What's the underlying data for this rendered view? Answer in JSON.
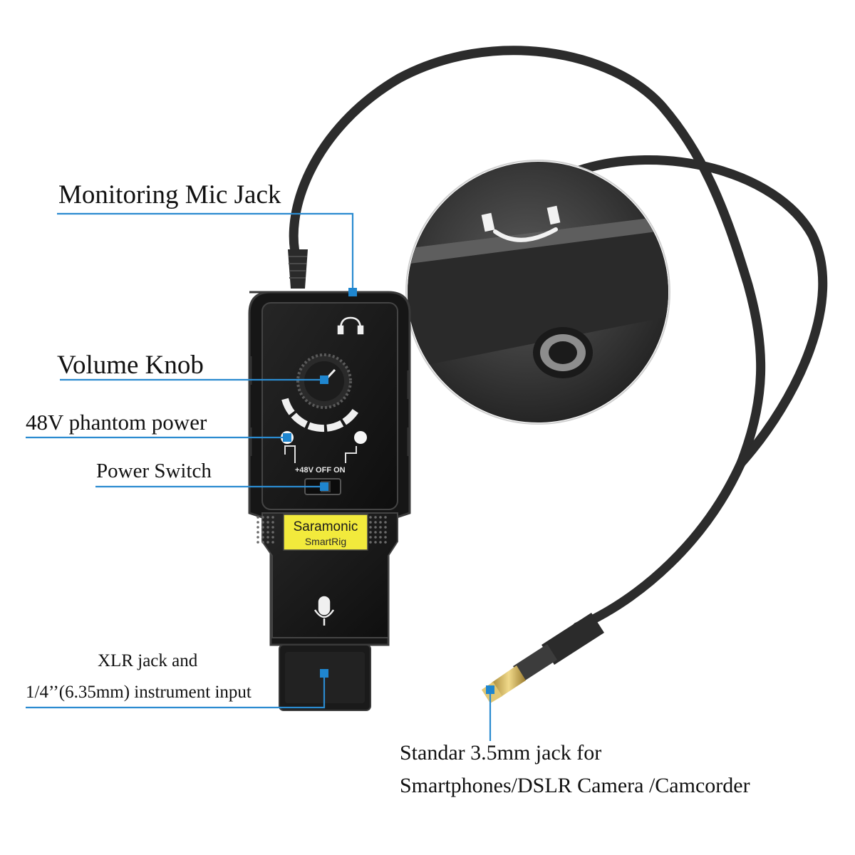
{
  "callouts": {
    "monitoring": "Monitoring Mic Jack",
    "volume": "Volume Knob",
    "phantom": "48V phantom power",
    "power": "Power Switch",
    "xlr_line1": "XLR jack and",
    "xlr_line2": "1/4’’(6.35mm) instrument input",
    "jack_line1": "Standar 3.5mm jack for",
    "jack_line2": "Smartphones/DSLR Camera /Camcorder"
  },
  "device": {
    "brand": "Saramonic",
    "model": "SmartRig",
    "switch_legend": "+48V OFF ON"
  },
  "colors": {
    "callout_line": "#2b8bd0",
    "badge": "#f2ea3c",
    "body": "#1b1b1b"
  }
}
